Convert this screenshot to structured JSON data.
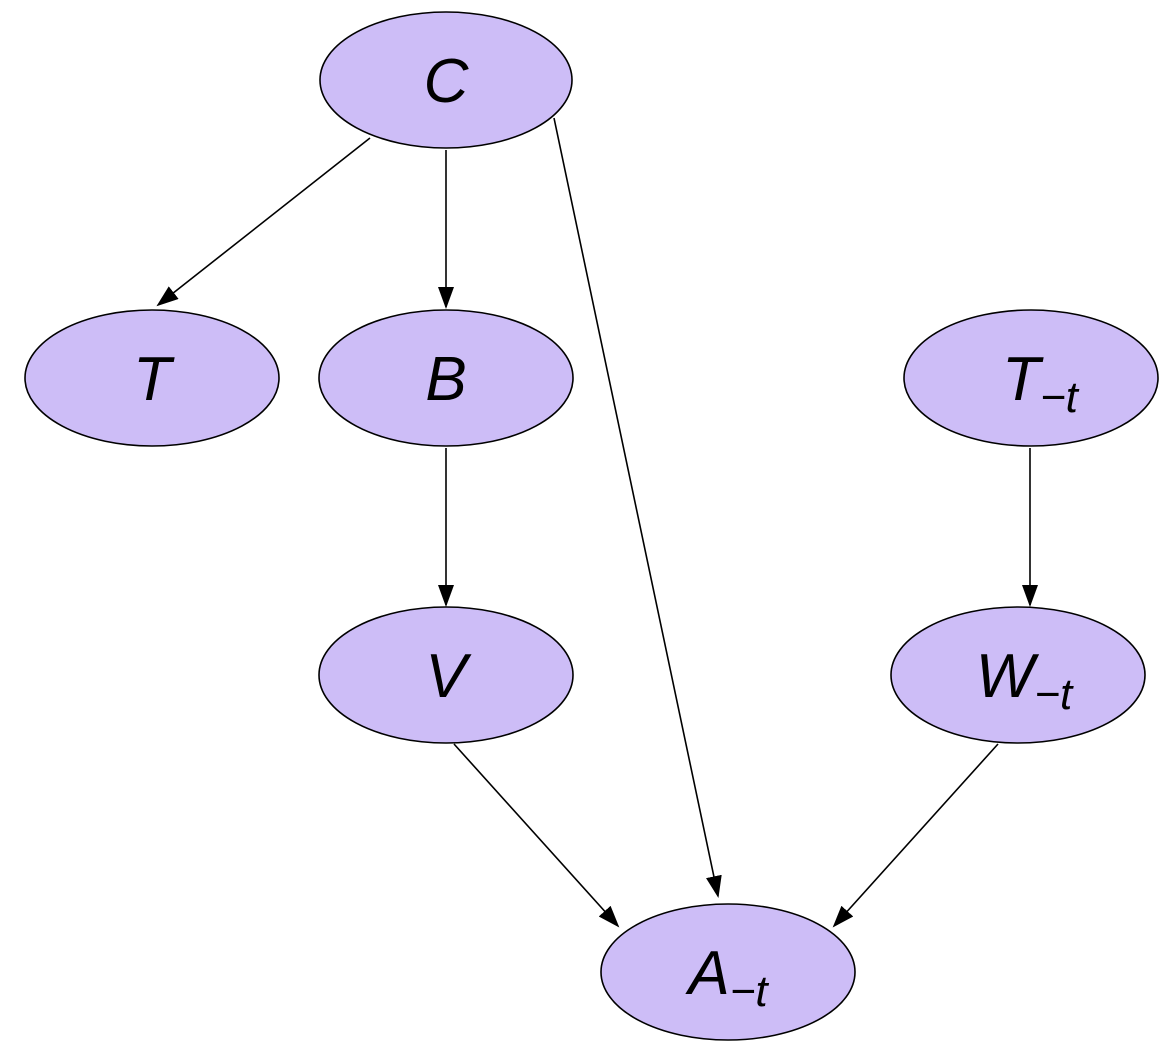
{
  "diagram": {
    "node_fill": "#cdbdf7",
    "stroke_color": "#000000",
    "nodes": {
      "c": {
        "label": "C",
        "sub": ""
      },
      "t": {
        "label": "T",
        "sub": ""
      },
      "b": {
        "label": "B",
        "sub": ""
      },
      "tmt": {
        "label": "T",
        "sub": "−t"
      },
      "v": {
        "label": "V",
        "sub": ""
      },
      "wmt": {
        "label": "W",
        "sub": "−t"
      },
      "amt": {
        "label": "A",
        "sub": "−t"
      }
    },
    "edges": [
      {
        "from": "C",
        "to": "T"
      },
      {
        "from": "C",
        "to": "B"
      },
      {
        "from": "C",
        "to": "A−t"
      },
      {
        "from": "B",
        "to": "V"
      },
      {
        "from": "T−t",
        "to": "W−t"
      },
      {
        "from": "V",
        "to": "A−t"
      },
      {
        "from": "W−t",
        "to": "A−t"
      }
    ]
  }
}
